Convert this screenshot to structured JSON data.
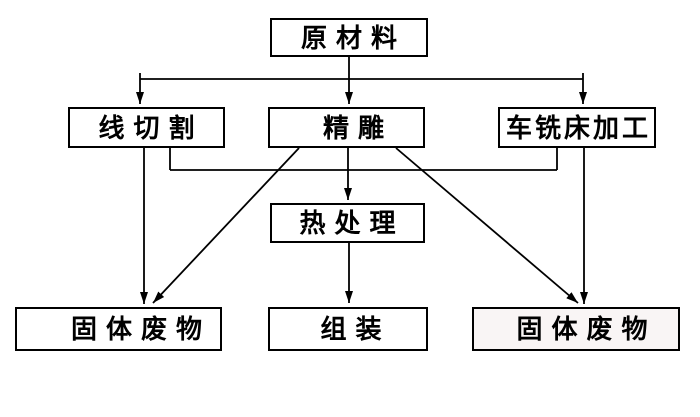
{
  "diagram": {
    "type": "flowchart",
    "boxes": {
      "raw_material": {
        "label": "原材料"
      },
      "wire_cutting": {
        "label": "线切割"
      },
      "engraving": {
        "label": "精雕"
      },
      "lathe_milling": {
        "label": "车铣床加工"
      },
      "heat_treatment": {
        "label": "热处理"
      },
      "solid_waste_left": {
        "label": "固体废物"
      },
      "assembly": {
        "label": "组装"
      },
      "solid_waste_right": {
        "label": "固体废物"
      }
    },
    "edges": [
      {
        "from": "原材料",
        "to": "线切割"
      },
      {
        "from": "原材料",
        "to": "精雕"
      },
      {
        "from": "原材料",
        "to": "车铣床加工"
      },
      {
        "from": "线切割",
        "to": "热处理"
      },
      {
        "from": "精雕",
        "to": "热处理"
      },
      {
        "from": "车铣床加工",
        "to": "热处理"
      },
      {
        "from": "线切割",
        "to": "固体废物(左)"
      },
      {
        "from": "精雕",
        "to": "固体废物(左)"
      },
      {
        "from": "精雕",
        "to": "固体废物(右)"
      },
      {
        "from": "车铣床加工",
        "to": "固体废物(右)"
      },
      {
        "from": "热处理",
        "to": "组装"
      }
    ],
    "colors": {
      "background": "#ffffff",
      "line": "#000000",
      "box_border": "#000000",
      "box_fill": "#ffffff",
      "waste_right_fill": "#f9f5f5"
    }
  }
}
